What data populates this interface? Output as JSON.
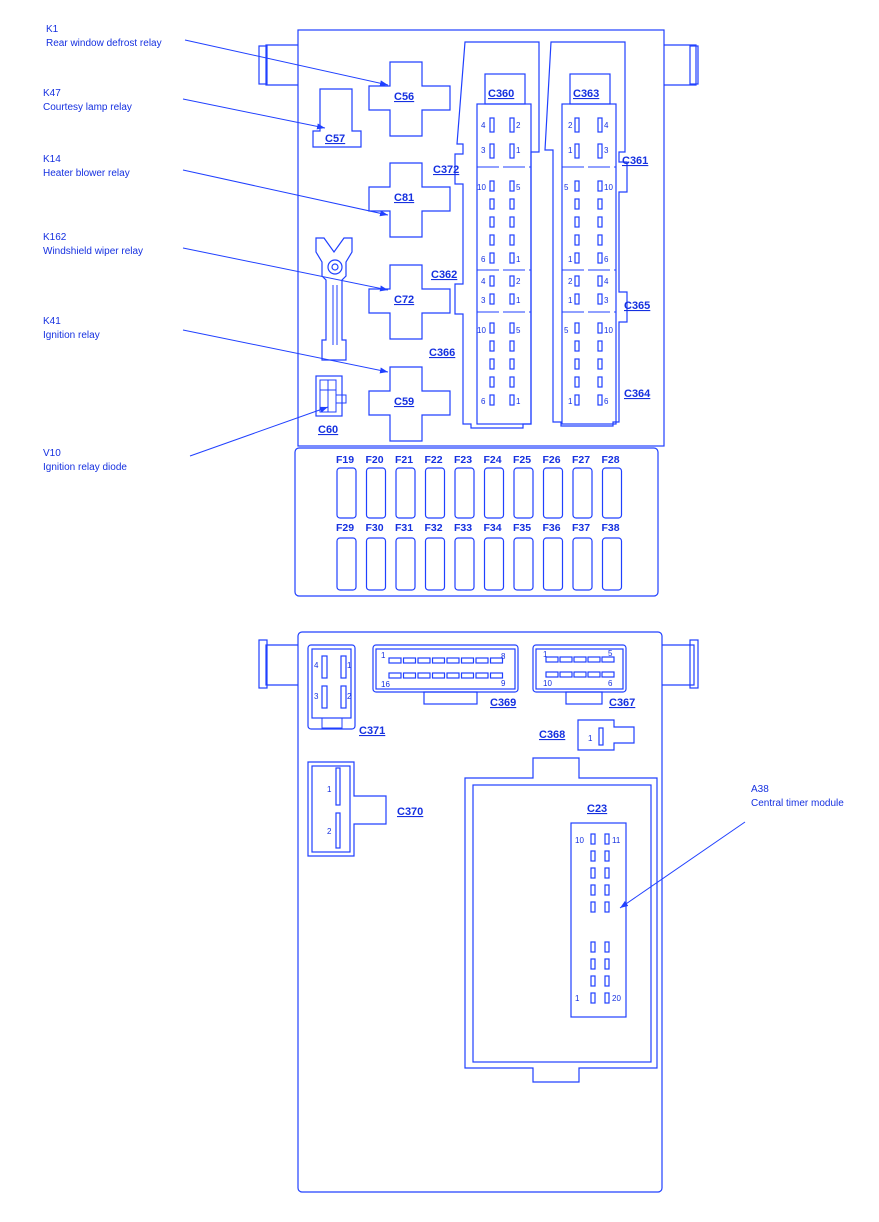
{
  "callouts": [
    {
      "id": "K1",
      "desc": "Rear window defrost relay"
    },
    {
      "id": "K47",
      "desc": "Courtesy lamp relay"
    },
    {
      "id": "K14",
      "desc": "Heater blower relay"
    },
    {
      "id": "K162",
      "desc": "Windshield wiper relay"
    },
    {
      "id": "K41",
      "desc": "Ignition relay"
    },
    {
      "id": "V10",
      "desc": "Ignition relay diode"
    },
    {
      "id": "A38",
      "desc": "Central timer module"
    }
  ],
  "relays": {
    "c56": "C56",
    "c57": "C57",
    "c81": "C81",
    "c72": "C72",
    "c59": "C59",
    "c60": "C60"
  },
  "connectors_upper": {
    "c360": "C360",
    "c363": "C363",
    "c372": "C372",
    "c361": "C361",
    "c362": "C362",
    "c365": "C365",
    "c366": "C366",
    "c364": "C364"
  },
  "pin_labels": {
    "left_top": [
      "4",
      "2",
      "3",
      "1"
    ],
    "right_top": [
      "2",
      "4",
      "1",
      "3"
    ],
    "left_mid": [
      "10",
      "5",
      "6",
      "1"
    ],
    "right_mid": [
      "5",
      "10",
      "1",
      "6"
    ],
    "left_s": [
      "4",
      "2",
      "3",
      "1"
    ],
    "right_s": [
      "2",
      "4",
      "1",
      "3"
    ],
    "left_bot": [
      "10",
      "5",
      "6",
      "1"
    ],
    "right_bot": [
      "5",
      "10",
      "1",
      "6"
    ]
  },
  "fuses_row1": [
    "F19",
    "F20",
    "F21",
    "F22",
    "F23",
    "F24",
    "F25",
    "F26",
    "F27",
    "F28"
  ],
  "fuses_row2": [
    "F29",
    "F30",
    "F31",
    "F32",
    "F33",
    "F34",
    "F35",
    "F36",
    "F37",
    "F38"
  ],
  "connectors_lower": {
    "c371": "C371",
    "c369": "C369",
    "c367": "C367",
    "c368": "C368",
    "c370": "C370",
    "c23": "C23"
  },
  "lower_pins": {
    "c371": [
      "4",
      "1",
      "3",
      "2"
    ],
    "c369": [
      "1",
      "8",
      "16",
      "9"
    ],
    "c367": [
      "1",
      "5",
      "10",
      "6"
    ],
    "c368": "1",
    "c370": [
      "1",
      "2"
    ],
    "c23": [
      "10",
      "11",
      "1",
      "20"
    ]
  }
}
